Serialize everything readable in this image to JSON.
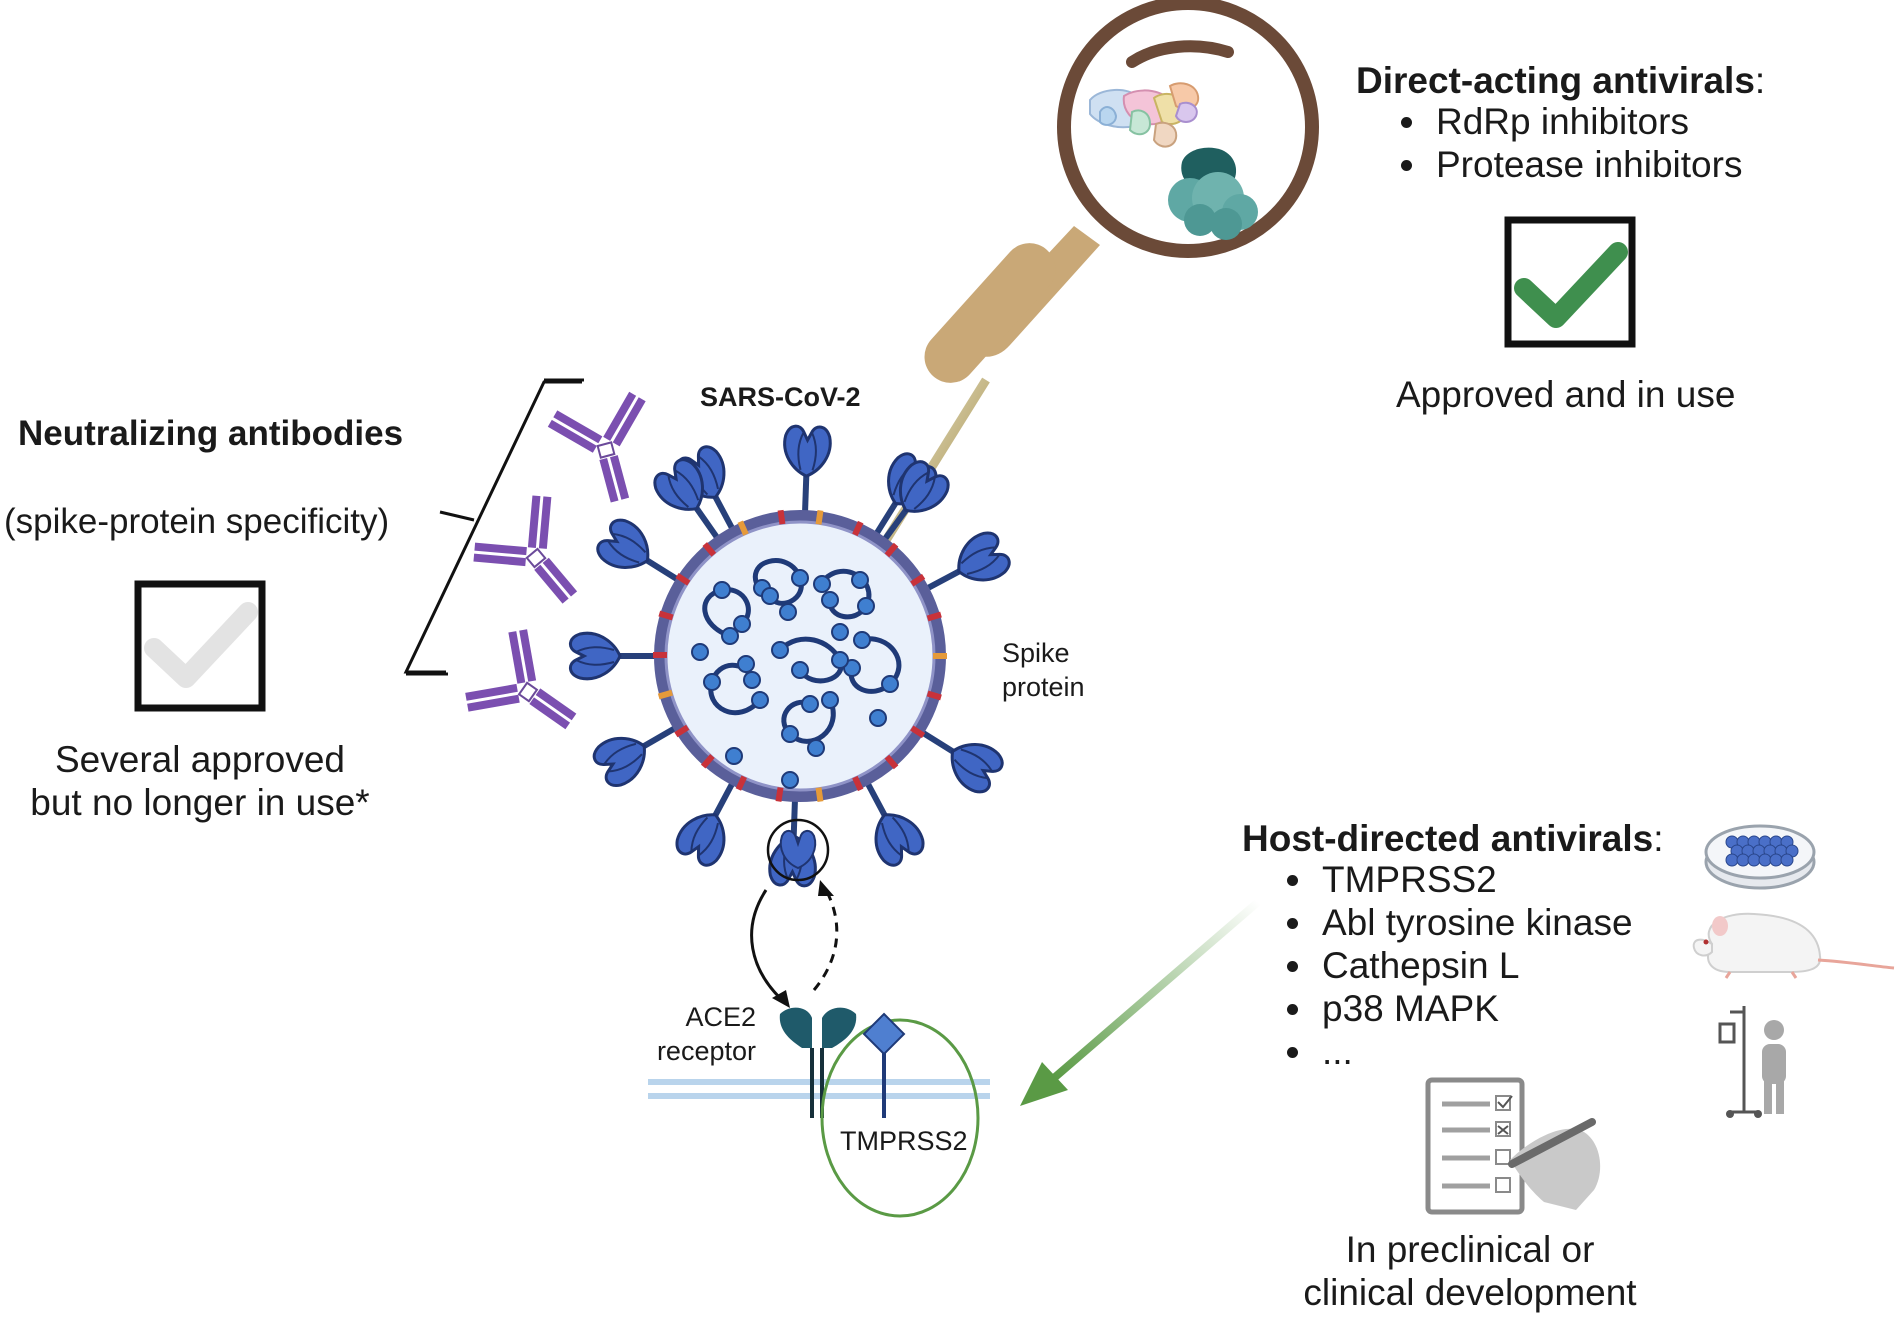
{
  "virus": {
    "title": "SARS-CoV-2",
    "spike_label_line1": "Spike",
    "spike_label_line2": "protein"
  },
  "receptor": {
    "ace2_line1": "ACE2",
    "ace2_line2": "receptor",
    "tmprss2": "TMPRSS2"
  },
  "antibodies": {
    "title": "Neutralizing antibodies",
    "subtitle": "(spike-protein specificity)",
    "status_line1": "Several approved",
    "status_line2": "but no longer in use*"
  },
  "direct": {
    "title": "Direct-acting antivirals",
    "colon": ":",
    "items": [
      "RdRp inhibitors",
      "Protease inhibitors"
    ],
    "status": "Approved and in use"
  },
  "host": {
    "title": "Host-directed antivirals",
    "colon": ":",
    "items": [
      "TMPRSS2",
      "Abl tyrosine kinase",
      "Cathepsin L",
      "p38 MAPK",
      "..."
    ],
    "status_line1": "In preclinical or",
    "status_line2": "clinical development"
  },
  "colors": {
    "virus_blue": "#3a5fb8",
    "virus_fill": "#eaf1fb",
    "antibody_purple": "#7b4fb0",
    "check_green": "#3f8f4e",
    "check_grey": "#e3e3e3",
    "arrow_gold": "#8f7416",
    "arrow_green": "#5a9a45",
    "magnifier_brown": "#6b4a38",
    "handle_tan": "#c9a877",
    "teal": "#2e6b6e"
  },
  "icons": [
    "magnifier-icon",
    "protein-structure-icon",
    "checkbox-checked-icon",
    "checkbox-faded-icon",
    "antibody-icon",
    "petri-dish-icon",
    "mouse-icon",
    "patient-iv-icon",
    "clipboard-checklist-icon"
  ]
}
